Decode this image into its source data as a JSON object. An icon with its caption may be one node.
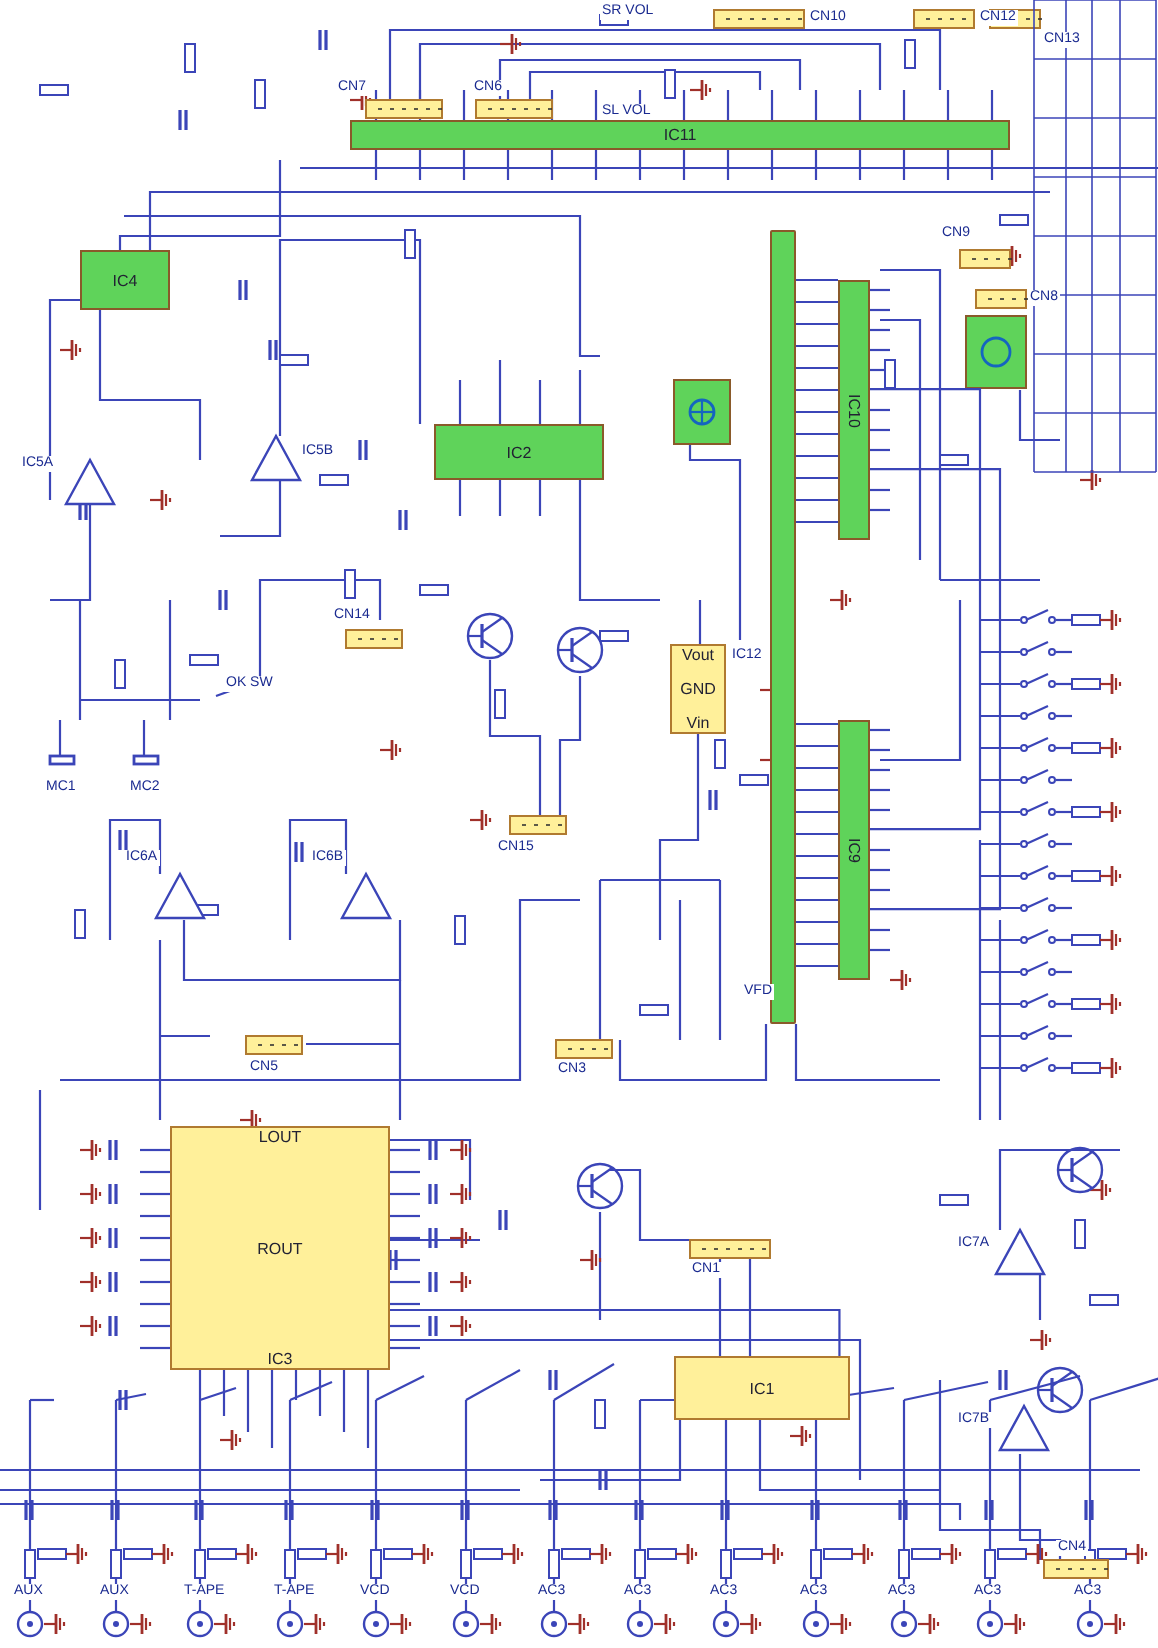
{
  "diagram": {
    "nodes": [
      {
        "text": [
          "IC11"
        ]
      },
      {
        "text": [
          "IC4"
        ]
      },
      {
        "text": [
          "IC2"
        ]
      },
      {
        "text": [],
        "shape": "bar"
      },
      {
        "text": [
          "IC10"
        ]
      },
      {
        "text": [
          "IC9"
        ]
      },
      {
        "text": [
          "Vout",
          "GND",
          "Vin"
        ],
        "beside": [
          "IC12"
        ]
      },
      {
        "text": [
          "LOUT",
          "ROUT",
          "IC3"
        ]
      },
      {
        "text": [
          "IC1"
        ]
      }
    ],
    "edges": [
      {
        "from": 3,
        "to": 4,
        "arrow": "none"
      },
      {
        "from": 3,
        "to": 5,
        "arrow": "none"
      },
      {
        "from": 4,
        "to": 5,
        "arrow": "none"
      },
      {
        "from": 7,
        "to": 8,
        "arrow": "none"
      }
    ],
    "labels": [
      "CN7",
      "CN6",
      "SR VOL",
      "SL VOL",
      "CN10",
      "CN12",
      "CN13",
      "CN9",
      "CN8",
      "IC5A",
      "IC5B",
      "MC1",
      "MC2",
      "OK SW",
      "CN14",
      "CN15",
      "IC6A",
      "IC6B",
      "CN5",
      "VFD",
      "CN3",
      "CN1",
      "IC7A",
      "IC7B",
      "CN4",
      "AUX",
      "AUX",
      "T-APE",
      "T-APE",
      "VCD",
      "VCD",
      "AC3",
      "AC3",
      "AC3",
      "AC3",
      "AC3",
      "AC3",
      "AC3"
    ]
  }
}
